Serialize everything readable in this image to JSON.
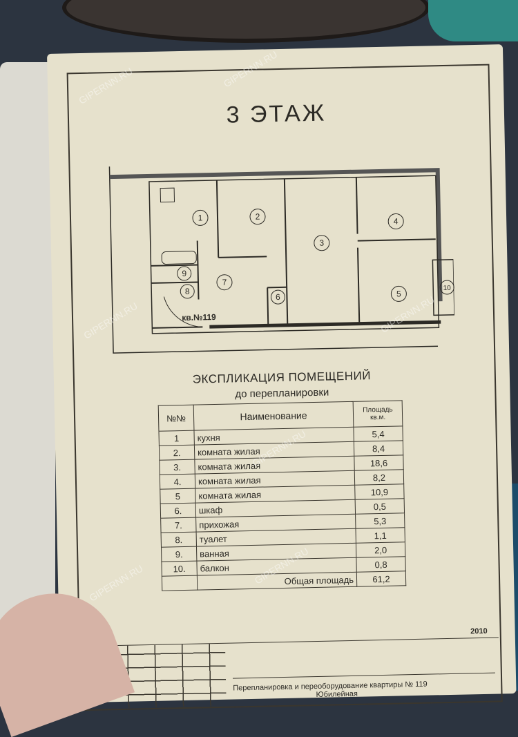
{
  "title": "3 ЭТАЖ",
  "plan": {
    "apartment_label": "кв.№119",
    "room_numbers": [
      "1",
      "2",
      "3",
      "4",
      "5",
      "6",
      "7",
      "8",
      "9",
      "10"
    ]
  },
  "explication": {
    "heading": "ЭКСПЛИКАЦИЯ ПОМЕЩЕНИЙ",
    "subheading": "до перепланировки",
    "columns": {
      "num": "№№",
      "name": "Наименование",
      "area": "Площадь",
      "area_unit": "кв.м."
    },
    "rows": [
      {
        "num": "1",
        "name": "кухня",
        "area": "5,4"
      },
      {
        "num": "2.",
        "name": "комната жилая",
        "area": "8,4"
      },
      {
        "num": "3.",
        "name": "комната жилая",
        "area": "18,6"
      },
      {
        "num": "4.",
        "name": "комната жилая",
        "area": "8,2"
      },
      {
        "num": "5",
        "name": "комната жилая",
        "area": "10,9"
      },
      {
        "num": "6.",
        "name": "шкаф",
        "area": "0,5"
      },
      {
        "num": "7.",
        "name": "прихожая",
        "area": "5,3"
      },
      {
        "num": "8.",
        "name": "туалет",
        "area": "1,1"
      },
      {
        "num": "9.",
        "name": "ванная",
        "area": "2,0"
      },
      {
        "num": "10.",
        "name": "балкон",
        "area": "0,8"
      }
    ],
    "total_label": "Общая площадь",
    "total_value": "61,2"
  },
  "stamp": {
    "year": "2010",
    "title_line1": "Перепланировка и переоборудование квартиры № 119",
    "title_line2": "Юбилейная"
  },
  "watermark": "GIPERNN.RU"
}
